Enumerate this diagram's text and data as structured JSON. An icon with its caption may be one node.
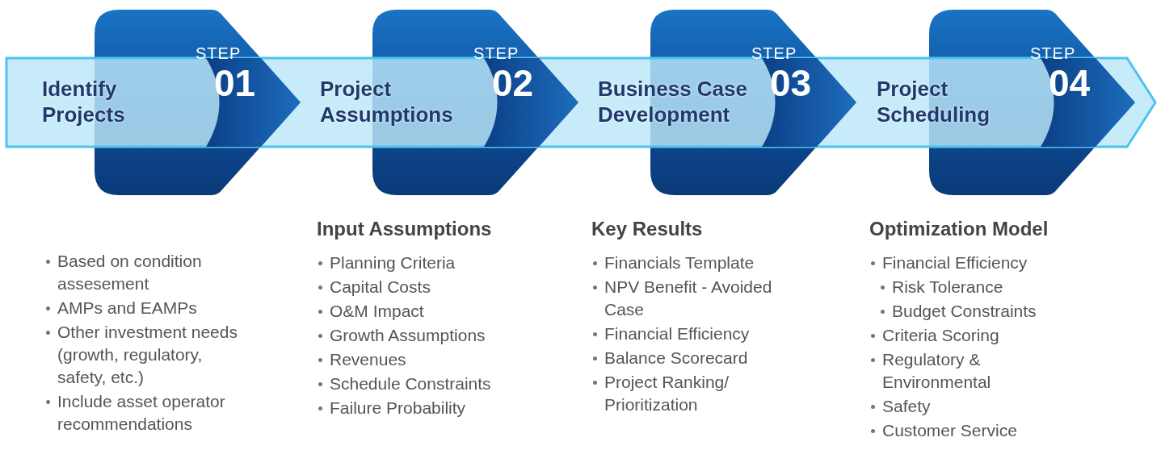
{
  "diagram": {
    "nodes": [
      {
        "text": [
          "STEP",
          "01",
          "Identify Projects"
        ],
        "beside": [
          "Based on condition assesement",
          "AMPs and EAMPs",
          "Other investment needs (growth, regulatory, safety, etc.)",
          "Include asset operator recommendations"
        ]
      },
      {
        "text": [
          "STEP",
          "02",
          "Project Assumptions"
        ],
        "beside": [
          "Input Assumptions",
          "Planning Criteria",
          "Capital Costs",
          "O&M Impact",
          "Growth Assumptions",
          "Revenues",
          "Schedule Constraints",
          "Failure Probability"
        ]
      },
      {
        "text": [
          "STEP",
          "03",
          "Business Case Development"
        ],
        "beside": [
          "Key Results",
          "Financials Template",
          "NPV Benefit - Avoided Case",
          "Financial Efficiency",
          "Balance Scorecard",
          "Project Ranking/ Prioritization"
        ]
      },
      {
        "text": [
          "STEP",
          "04",
          "Project Scheduling"
        ],
        "beside": [
          "Optimization Model",
          "Financial Efficiency",
          "Risk Tolerance",
          "Budget Constraints",
          "Criteria Scoring",
          "Regulatory & Environmental",
          "Safety",
          "Customer Service"
        ]
      }
    ]
  }
}
